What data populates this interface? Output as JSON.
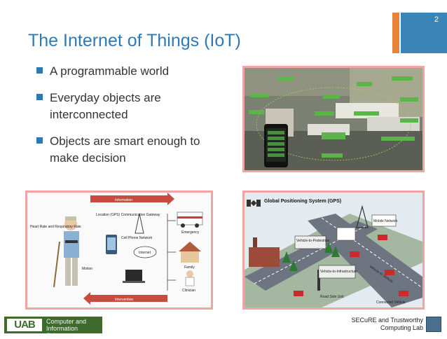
{
  "slide": {
    "page_number": "2",
    "title": "The Internet of Things (IoT)",
    "bullets": [
      "A programmable world",
      "Everyday objects are interconnected",
      "Objects are smart enough to make decision"
    ]
  },
  "health_image": {
    "information_label": "Information",
    "intervention_label": "Intervention",
    "labels": {
      "heart_rate": "Heart Rate and Respiratory Rate",
      "location": "Location (GPS) Communication Gateway",
      "cell_network": "Cell Phone Network",
      "internet": "Internet",
      "motion": "Motion",
      "emergency": "Emergency",
      "family": "Family",
      "clinician": "Clinician"
    }
  },
  "v2x_image": {
    "labels": {
      "gps": "Global Positioning System (GPS)",
      "mobile": "Mobile Network",
      "v2p": "Vehicle-to-Pedestrian",
      "v2i": "Vehicle-to-Infrastructure",
      "v2v": "Vehicle-to-Vehicle",
      "rsu": "Road Side Unit",
      "connected": "Connected Vehicle"
    }
  },
  "footer": {
    "logo_text": "UAB",
    "dept_line1": "Computer and",
    "dept_line2": "Information Sciences",
    "lab_line1": "SECuRE and Trustworthy",
    "lab_line2": "Computing Lab"
  },
  "colors": {
    "title": "#2f79b5",
    "bullet_square": "#2e7ab0",
    "corner_orange": "#e8833a",
    "corner_blue": "#3b84b8",
    "image_border": "#f0a4a4",
    "logo_green": "#3f6a2e"
  }
}
